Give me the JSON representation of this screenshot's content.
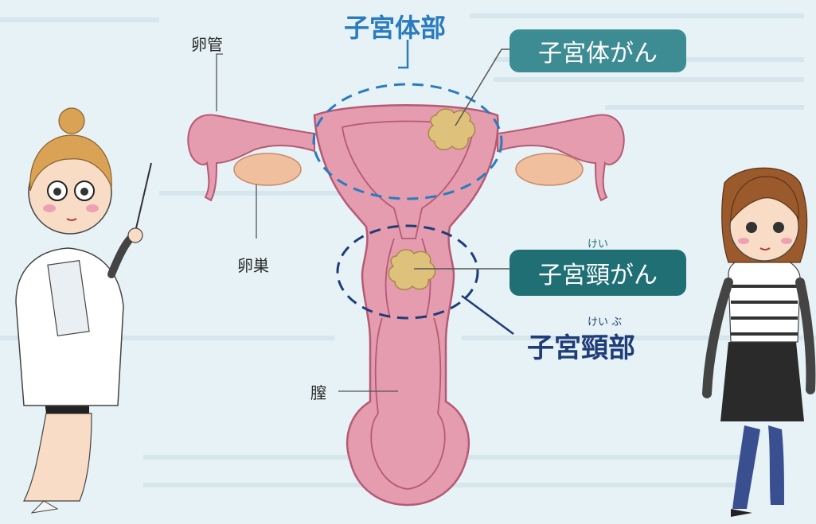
{
  "labels": {
    "fallopian_tube": "卵管",
    "ovary": "卵巣",
    "vagina": "膣",
    "uterine_body": "子宮体部",
    "cervix": "子宮頸部",
    "cervix_ruby": "けい ぶ"
  },
  "callouts": {
    "body_cancer": "子宮体がん",
    "cervical_cancer": "子宮頸がん",
    "cervical_cancer_ruby": "けい"
  },
  "colors": {
    "background": "#e6f2f5",
    "uterus": "#e49cae",
    "uterus_outline": "#b55a76",
    "tumor": "#dec27c",
    "body_accent": "#2a7bbf",
    "cervix_accent": "#1f3d78",
    "callout_body": "#3d8c93",
    "callout_cervix": "#1f6f75"
  }
}
